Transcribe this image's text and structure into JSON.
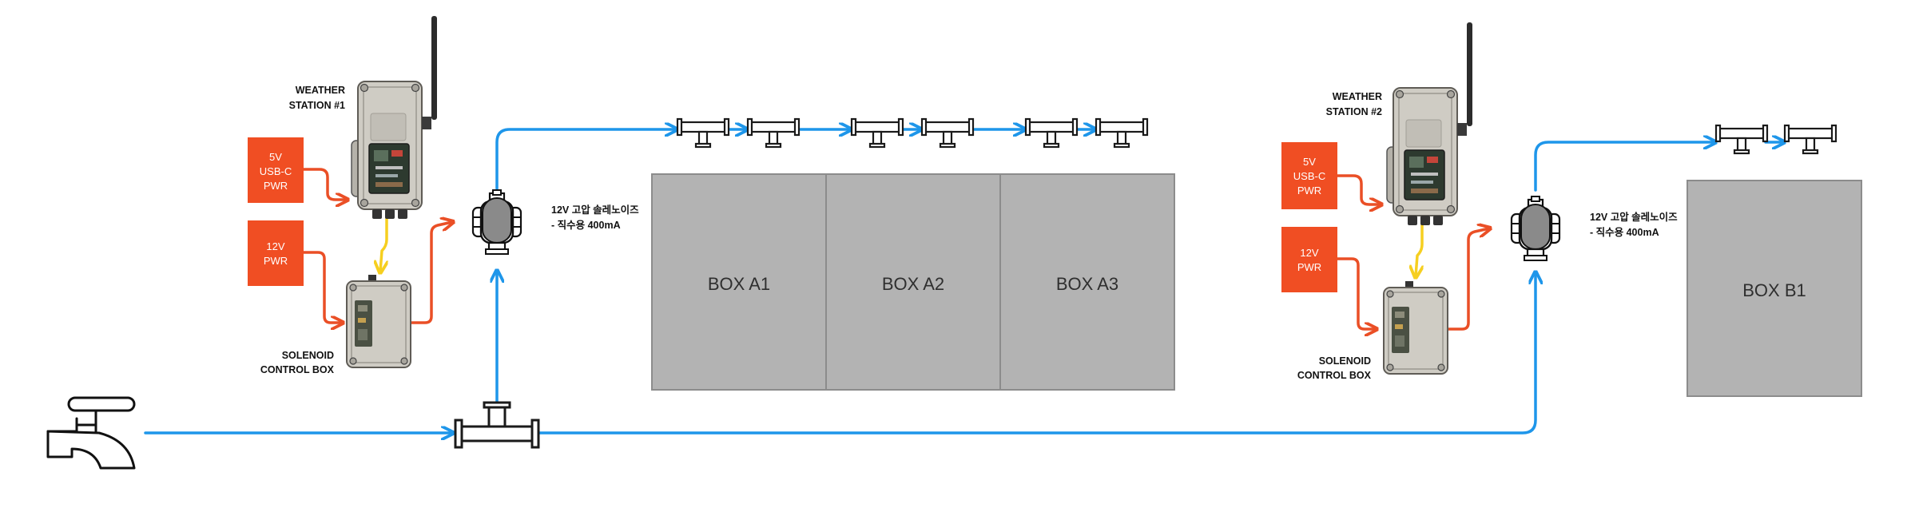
{
  "colors": {
    "water": "#1e96ea",
    "power": "#ea4f26",
    "signal": "#f6cf20",
    "planter_fill": "#b3b3b3",
    "planter_stroke": "#8c8c8c",
    "power_box_fill": "#f04e23",
    "device_body": "#cfccc4",
    "pipe_outline": "#1a1a1a"
  },
  "icons": {
    "faucet": "faucet-icon",
    "tee": "tee-fitting-icon",
    "solenoid": "solenoid-valve-icon",
    "weather_station": "weather-station-device",
    "control_box": "solenoid-control-box-device"
  },
  "planters": [
    {
      "label": "BOX A1"
    },
    {
      "label": "BOX A2"
    },
    {
      "label": "BOX A3"
    },
    {
      "label": "BOX B1"
    }
  ],
  "group1": {
    "weather_station": [
      "WEATHER",
      "STATION #1"
    ],
    "power_5v": [
      "5V",
      "USB-C",
      "PWR"
    ],
    "power_12v": [
      "12V",
      "PWR"
    ],
    "control_box": [
      "SOLENOID",
      "CONTROL BOX"
    ],
    "solenoid": [
      "12V 고압 솔레노이즈",
      "- 직수용 400mA"
    ]
  },
  "group2": {
    "weather_station": [
      "WEATHER",
      "STATION #2"
    ],
    "power_5v": [
      "5V",
      "USB-C",
      "PWR"
    ],
    "power_12v": [
      "12V",
      "PWR"
    ],
    "control_box": [
      "SOLENOID",
      "CONTROL BOX"
    ],
    "solenoid": [
      "12V 고압 솔레노이즈",
      "- 직수용 400mA"
    ]
  }
}
